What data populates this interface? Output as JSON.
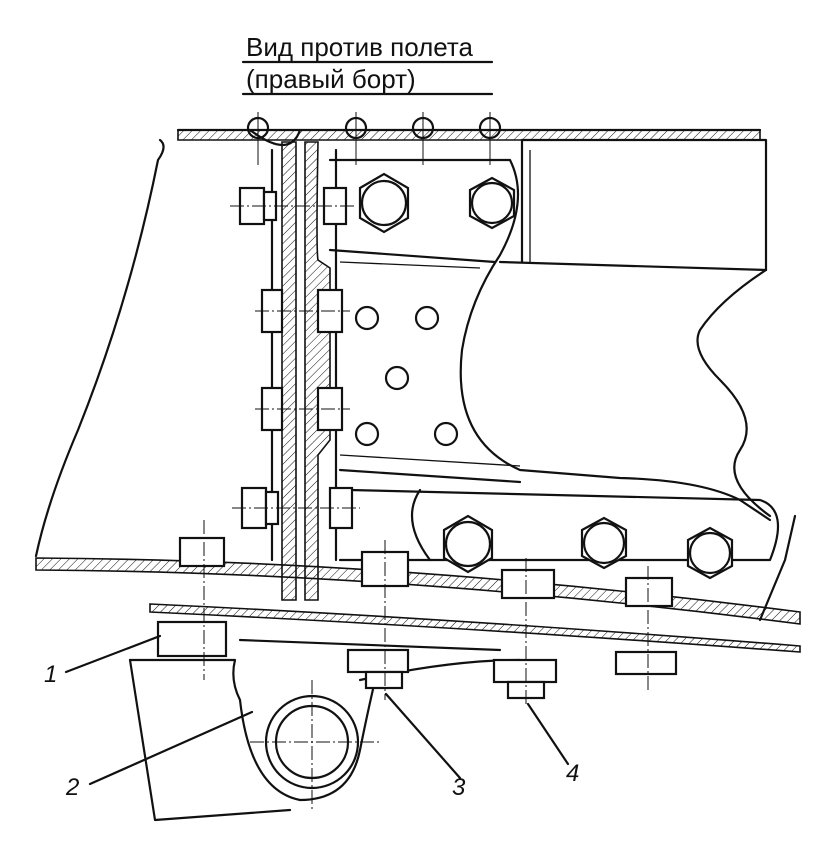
{
  "title": {
    "line1": "Вид против полета",
    "line2": "(правый борт)"
  },
  "callouts": [
    {
      "label": "1"
    },
    {
      "label": "2"
    },
    {
      "label": "3"
    },
    {
      "label": "4"
    }
  ]
}
